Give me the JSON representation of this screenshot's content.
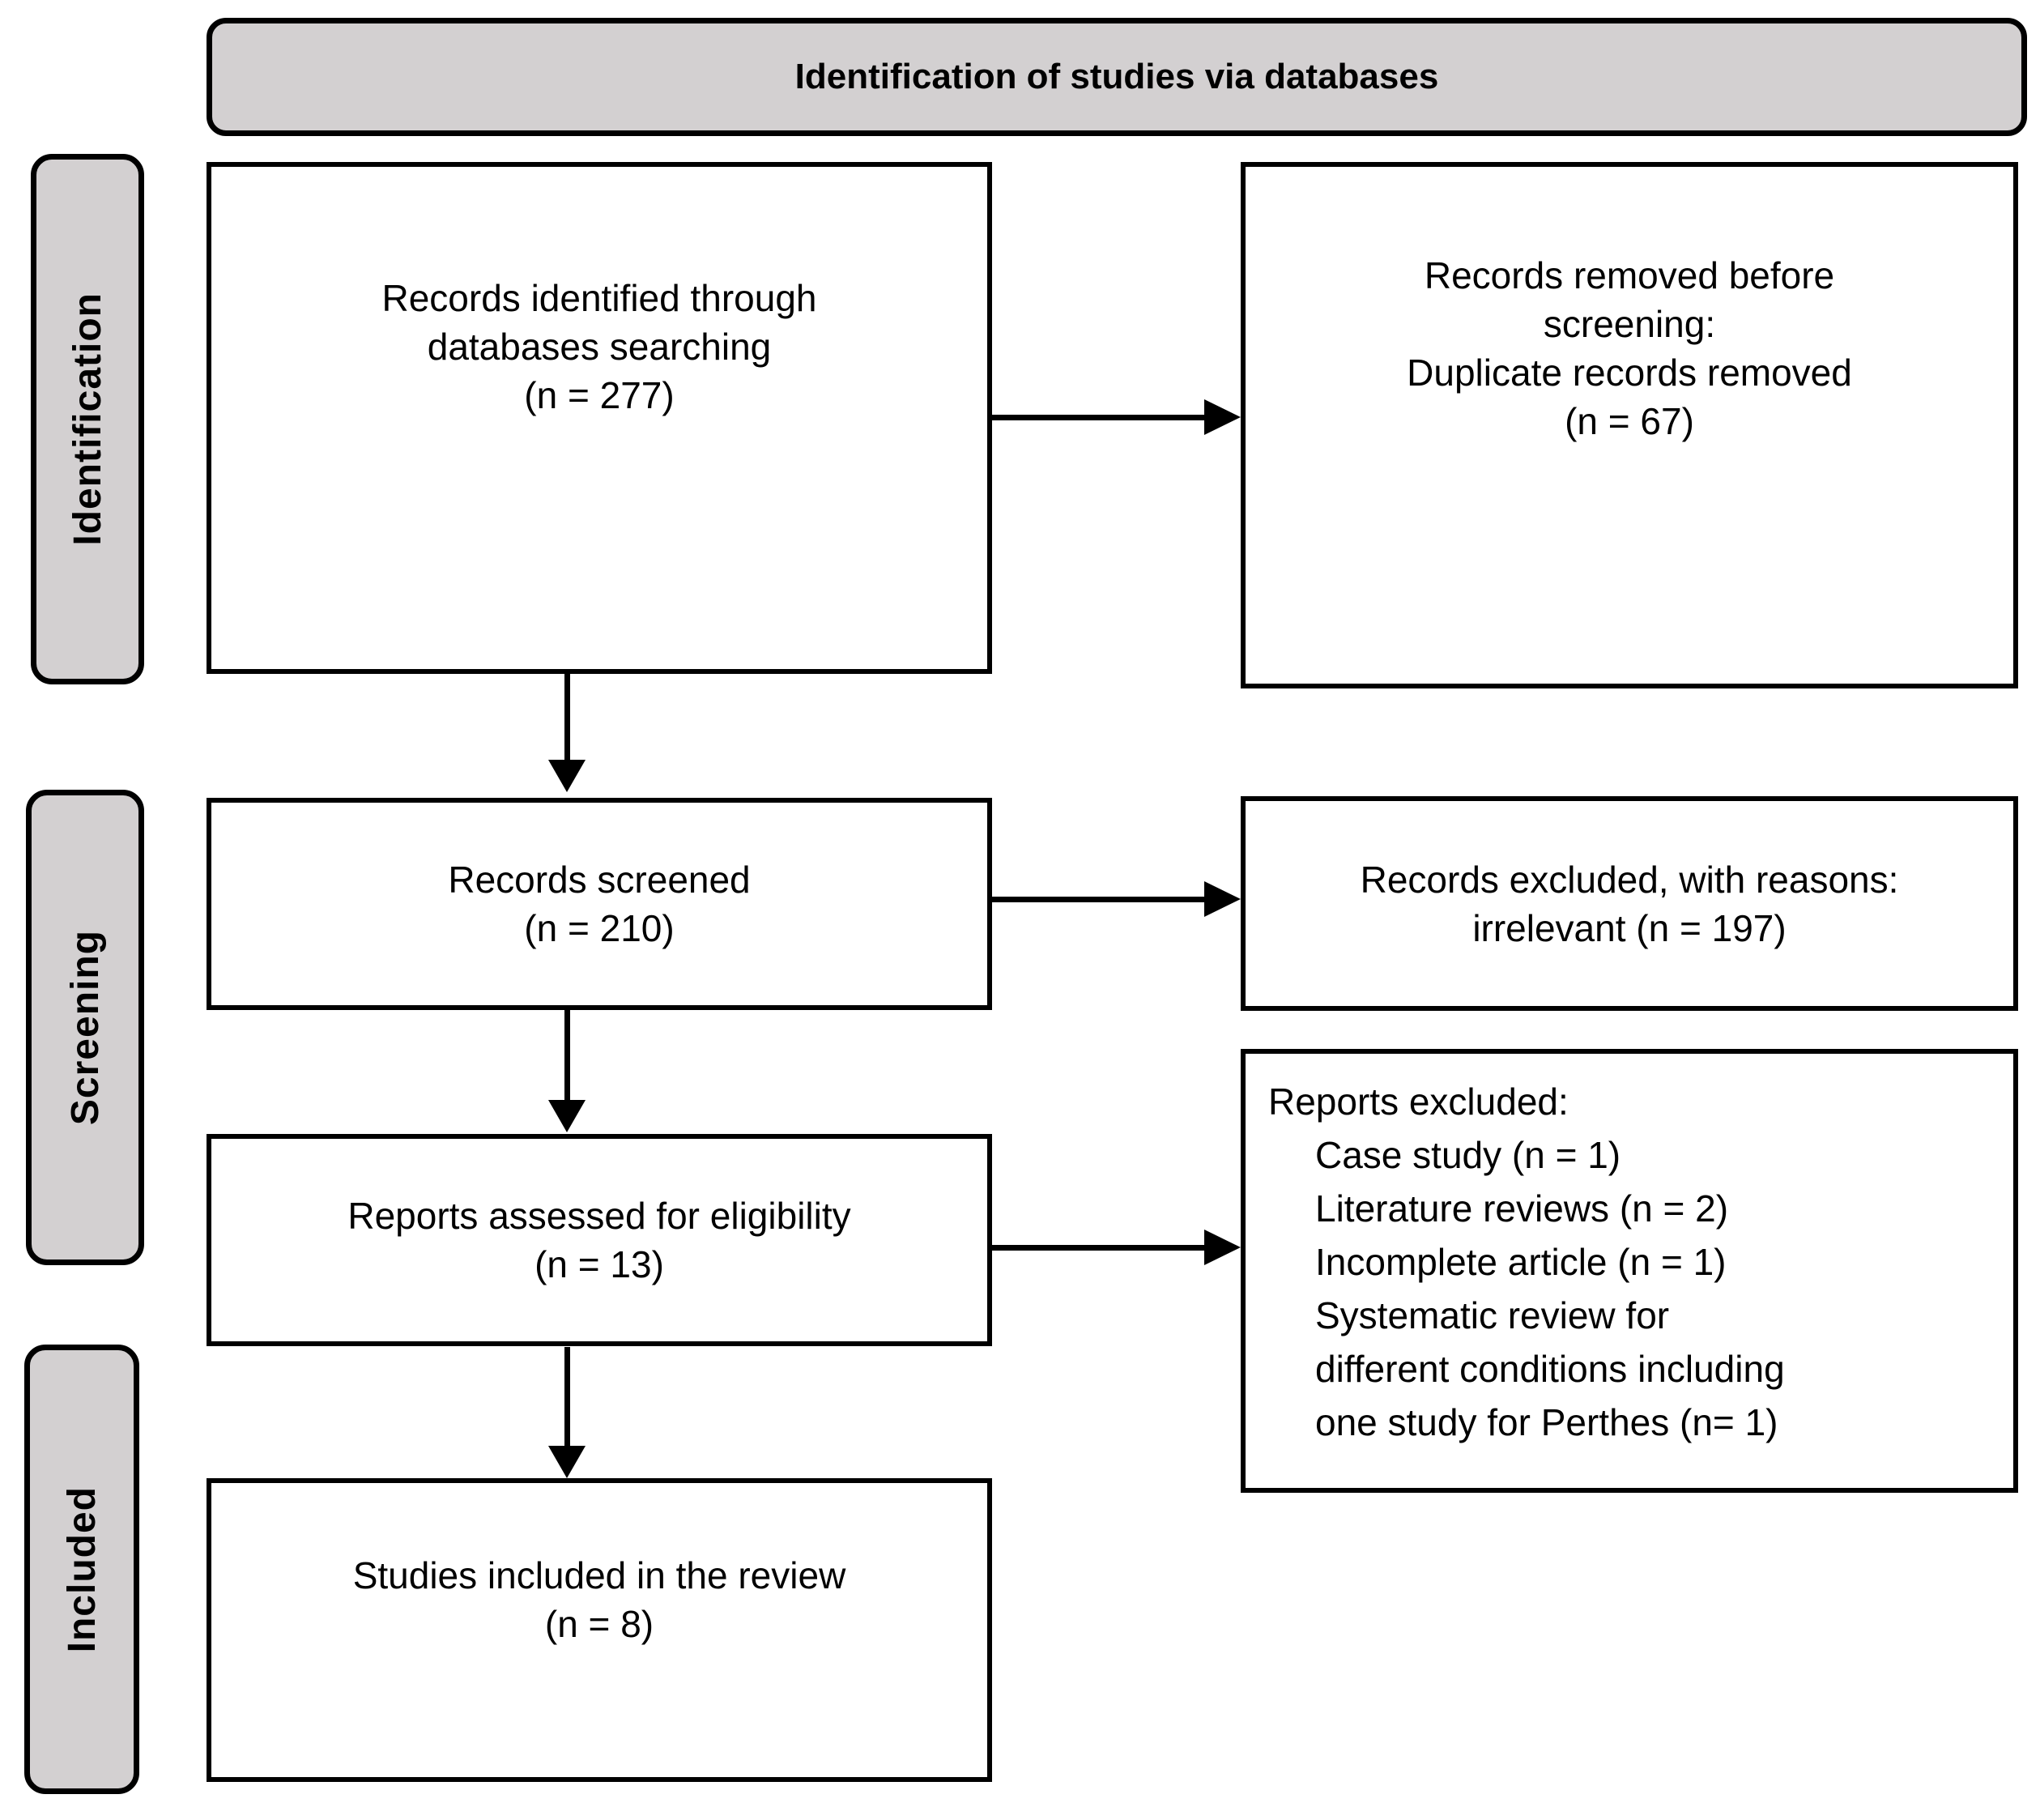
{
  "header": {
    "title": "Identification of studies via databases"
  },
  "stages": [
    {
      "id": "identification",
      "label": "Identification"
    },
    {
      "id": "screening",
      "label": "Screening"
    },
    {
      "id": "included",
      "label": "Included"
    }
  ],
  "boxes": {
    "records_identified": {
      "lines": [
        "Records identified through",
        "databases searching",
        "(n = 277)"
      ]
    },
    "records_removed": {
      "lines": [
        "Records removed before",
        "screening:",
        "Duplicate records removed",
        "(n = 67)"
      ]
    },
    "records_screened": {
      "lines": [
        "Records screened",
        "(n = 210)"
      ]
    },
    "records_excluded": {
      "lines": [
        "Records excluded, with reasons:",
        "irrelevant (n = 197)"
      ]
    },
    "reports_assessed": {
      "lines": [
        "Reports assessed for eligibility",
        "(n = 13)"
      ]
    },
    "reports_excluded": {
      "heading": "Reports excluded:",
      "items": [
        "Case study (n = 1)",
        "Literature reviews (n = 2)",
        "Incomplete article (n = 1)",
        "Systematic review for different conditions including one study for Perthes (n= 1)"
      ]
    },
    "studies_included": {
      "lines": [
        "Studies included in the review",
        "(n = 8)"
      ]
    }
  },
  "connectors": [
    {
      "from": "records_identified",
      "to": "records_removed",
      "direction": "right"
    },
    {
      "from": "records_identified",
      "to": "records_screened",
      "direction": "down"
    },
    {
      "from": "records_screened",
      "to": "records_excluded",
      "direction": "right"
    },
    {
      "from": "records_screened",
      "to": "reports_assessed",
      "direction": "down"
    },
    {
      "from": "reports_assessed",
      "to": "reports_excluded",
      "direction": "right"
    },
    {
      "from": "reports_assessed",
      "to": "studies_included",
      "direction": "down"
    }
  ],
  "colors": {
    "panel_fill": "#d3d0d1",
    "box_fill": "#ffffff",
    "border": "#000000",
    "text": "#000000"
  }
}
